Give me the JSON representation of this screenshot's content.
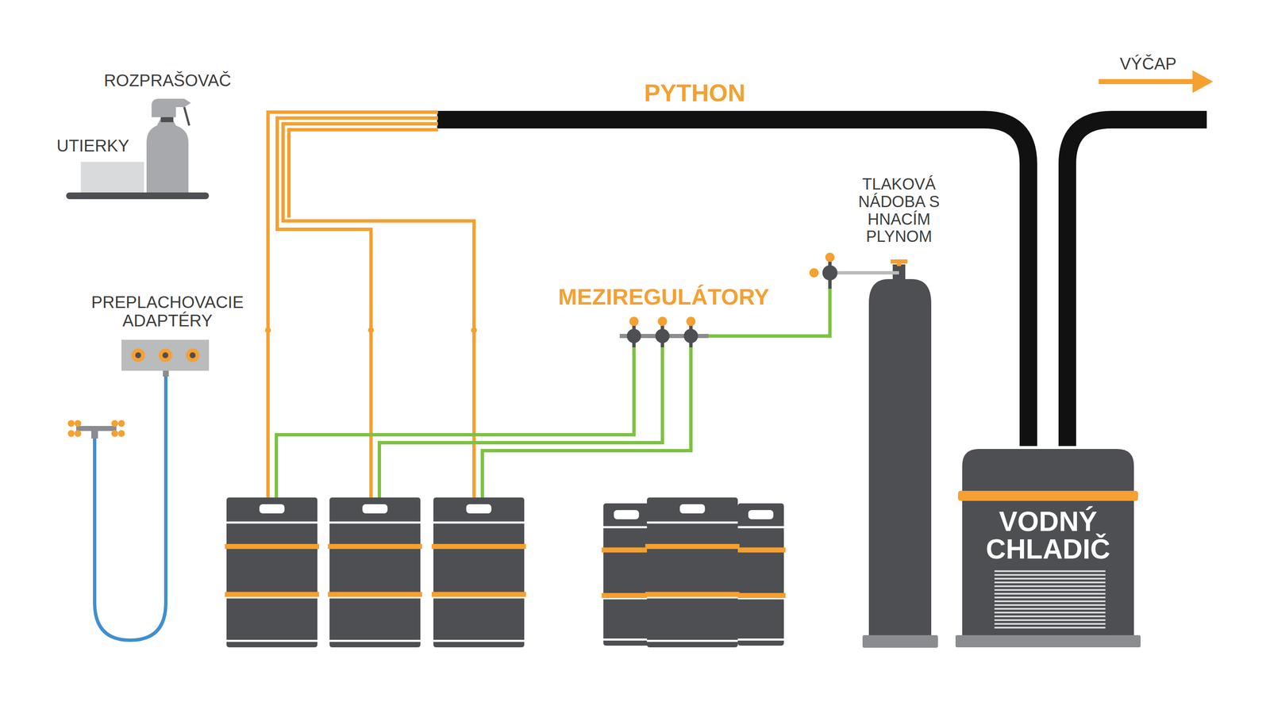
{
  "diagram": {
    "nodes": [
      {
        "text": [
          "PREPLACHOVACIE ADAPTÉRY"
        ]
      },
      {
        "text": [
          "MEZIREGULÁTORY"
        ]
      },
      {
        "text": [
          "TLAKOVÁ NÁDOBA S HNACÍM PLYNOM"
        ]
      },
      {
        "text": [
          "VODNÝ CHLADIČ"
        ]
      }
    ],
    "edges": [
      {
        "from": 2,
        "to": 1,
        "arrow": "none"
      }
    ],
    "labels": [
      "ROZPRAŠOVAČ",
      "UTIERKY",
      "PYTHON",
      "VÝČAP"
    ]
  }
}
